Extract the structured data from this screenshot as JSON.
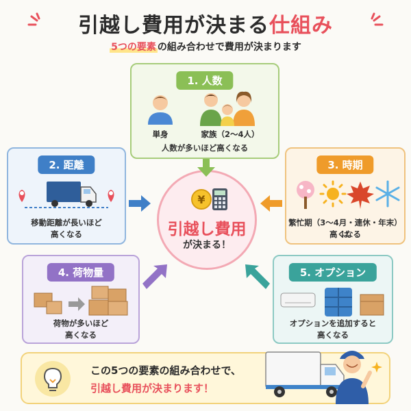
{
  "title": {
    "main": "引越し費用が決まる",
    "accent": "仕組み"
  },
  "subtitle": {
    "highlight": "5つの要素",
    "rest": "の組み合わせで費用が決まります"
  },
  "factors": {
    "people": {
      "label": "1. 人数",
      "single": "単身",
      "family": "家族（2〜4人）",
      "desc": "人数が多いほど高くなる"
    },
    "distance": {
      "label": "2. 距離",
      "desc_line1": "移動距離が長いほど",
      "desc_line2": "高くなる"
    },
    "season": {
      "label": "3. 時期",
      "desc_line1": "繁忙期（3〜4月・連休・年末）は",
      "desc_line2": "高くなる"
    },
    "volume": {
      "label": "4. 荷物量",
      "desc_line1": "荷物が多いほど",
      "desc_line2": "高くなる"
    },
    "options": {
      "label": "5. オプション",
      "desc_line1": "オプションを追加すると",
      "desc_line2": "高くなる"
    }
  },
  "center": {
    "main": "引越し費用",
    "sub": "が決まる！",
    "yen": "¥"
  },
  "summary": {
    "line1": "この5つの要素の組み合わせで、",
    "line2": "引越し費用が決まります！"
  },
  "colors": {
    "accent": "#e8505b",
    "people": "#8bbf56",
    "distance": "#3f7fc7",
    "season": "#ef9b2a",
    "volume": "#9272c6",
    "options": "#3aa39b"
  }
}
